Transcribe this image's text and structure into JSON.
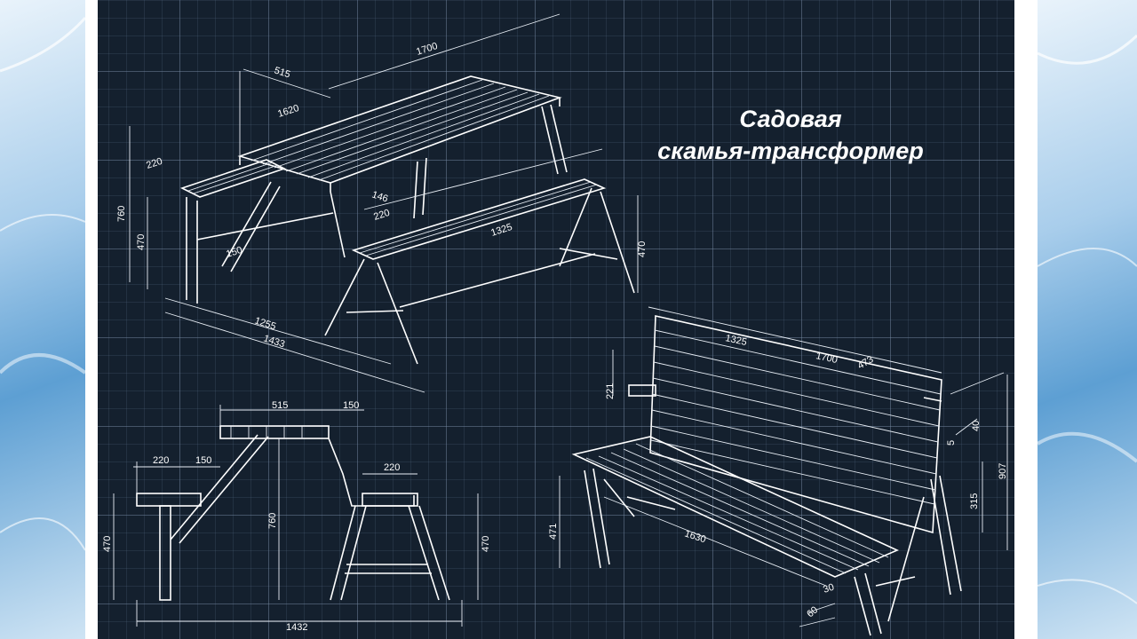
{
  "title": {
    "line1": "Садовая",
    "line2": "скамья-трансформер"
  },
  "drawing": {
    "table_view": {
      "dims": [
        "1700",
        "515",
        "1620",
        "220",
        "760",
        "470",
        "150",
        "146",
        "220",
        "1325",
        "470",
        "1255",
        "1433"
      ]
    },
    "side_view": {
      "dims": [
        "515",
        "150",
        "220",
        "150",
        "220",
        "760",
        "470",
        "470",
        "1432"
      ]
    },
    "bench_view": {
      "dims": [
        "1325",
        "1700",
        "473",
        "221",
        "907",
        "5",
        "40",
        "315",
        "471",
        "1630",
        "30",
        "60"
      ]
    }
  },
  "colors": {
    "background": "#14202e",
    "lines": "#ffffff",
    "grid": "#788ca5"
  }
}
